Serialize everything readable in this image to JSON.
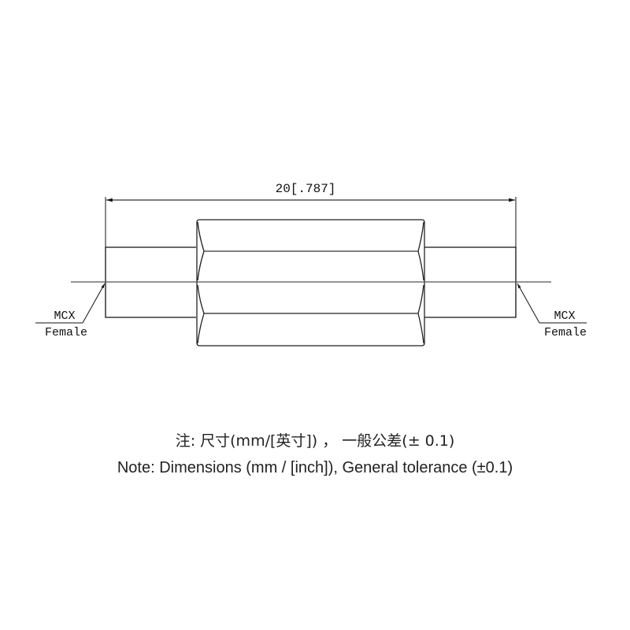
{
  "drawing": {
    "overall_dimension": "20[.787]",
    "left_connector": {
      "type": "MCX",
      "gender": "Female"
    },
    "right_connector": {
      "type": "MCX",
      "gender": "Female"
    },
    "line_color": "#111111",
    "centerline_color": "#555555"
  },
  "notes": {
    "chinese": "注: 尺寸(mm/[英寸]) ， 一般公差(±  0.1)",
    "english": "Note: Dimensions (mm / [inch]), General tolerance (±0.1)"
  }
}
